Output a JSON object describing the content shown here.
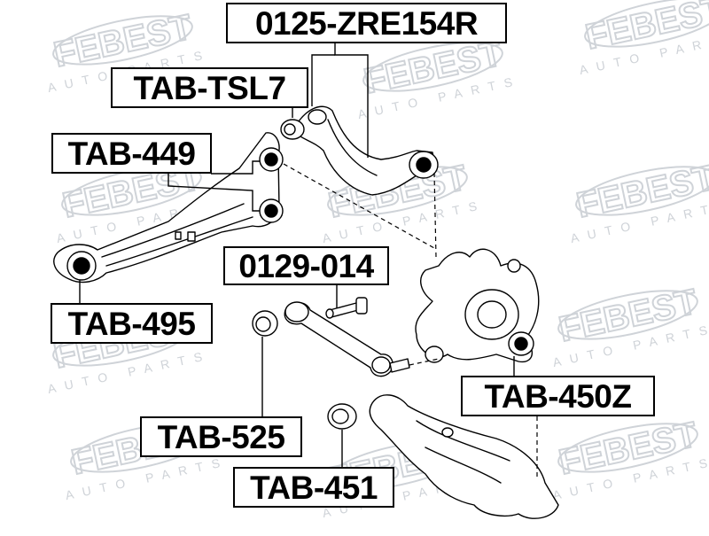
{
  "watermark": {
    "brand": "FEBEST",
    "tagline": "AUTO PARTS",
    "color": "#cfd3d8"
  },
  "part_labels": [
    {
      "code": "0125-ZRE154R",
      "name": "upper-arm-assembly"
    },
    {
      "code": "TAB-TSL7",
      "name": "upper-arm-inner-bushing"
    },
    {
      "code": "TAB-449",
      "name": "lower-arm-bushing"
    },
    {
      "code": "TAB-495",
      "name": "lower-arm-outer-bushing"
    },
    {
      "code": "0129-014",
      "name": "cam-bolt"
    },
    {
      "code": "TAB-450Z",
      "name": "knuckle-bushing"
    },
    {
      "code": "TAB-525",
      "name": "toe-link-bushing"
    },
    {
      "code": "TAB-451",
      "name": "trailing-arm-bushing"
    }
  ]
}
